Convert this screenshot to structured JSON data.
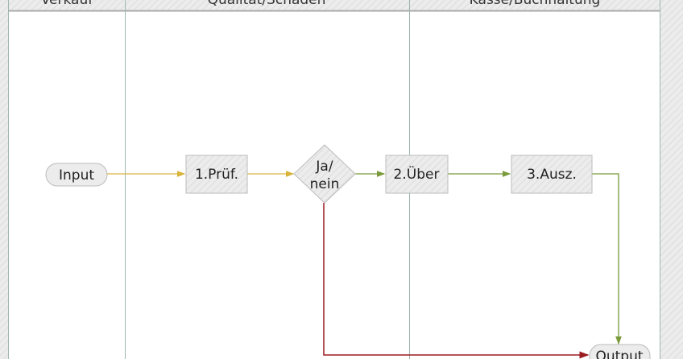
{
  "lanes": [
    "Verkauf",
    "Qualität/Schäden",
    "Kasse/Buchhaltung"
  ],
  "nodes": {
    "input": "Input",
    "pruef": "1.Prüf.",
    "decision_line1": "Ja/",
    "decision_line2": "nein",
    "ueber": "2.Über",
    "ausz": "3.Ausz.",
    "output": "Output"
  },
  "colors": {
    "yes_flow": "#d9b43a",
    "green_flow": "#7a9a3c",
    "no_flow": "#9b1b22",
    "lane_border": "#9fb5ae"
  }
}
